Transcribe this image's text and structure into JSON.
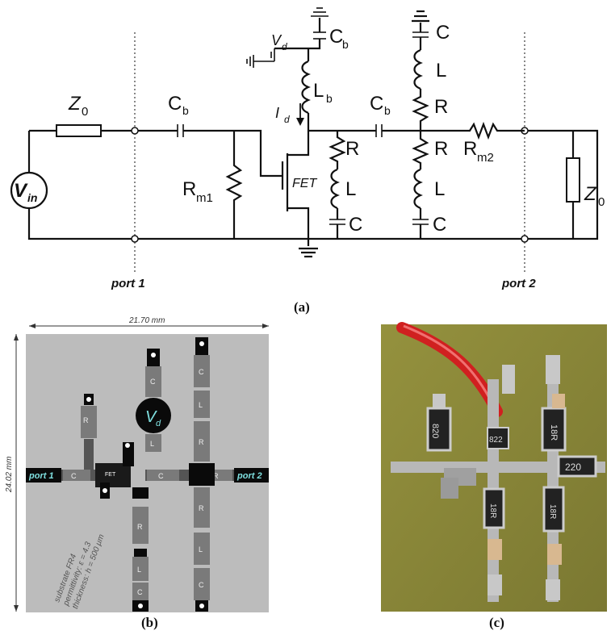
{
  "schematic": {
    "z0_left": "Z",
    "z0_left_sub": "0",
    "vin": "V",
    "vin_sub": "in",
    "cb_top": "C",
    "cb_top_sub": "b",
    "vd": "V",
    "vd_sub": "d",
    "cb_input": "C",
    "cb_input_sub": "b",
    "lb": "L",
    "lb_sub": "b",
    "id": "I",
    "id_sub": "d",
    "cb_output": "C",
    "cb_output_sub": "b",
    "rm1": "R",
    "rm1_sub": "m1",
    "fet": "FET",
    "r": "R",
    "l": "L",
    "c": "C",
    "rm2": "R",
    "rm2_sub": "m2",
    "z0_right": "Z",
    "z0_right_sub": "0",
    "port1": "port 1",
    "port2": "port 2"
  },
  "captions": {
    "a": "(a)",
    "b": "(b)",
    "c": "(c)"
  },
  "layout_b": {
    "width_dim": "21.70 mm",
    "height_dim": "24.02 mm",
    "vd_pad": "V",
    "vd_pad_sub": "d",
    "port1": "port 1",
    "port2": "port 2",
    "fet_label": "FET",
    "substrate_line1": "substrate FR4",
    "substrate_line2": "permittivity: ε = 4.3",
    "substrate_line3": "thickness: h = 500 μm",
    "comp_c": "C",
    "comp_l": "L",
    "comp_r": "R",
    "comp_cb": "C",
    "comp_rm": "R"
  },
  "photo_c": {
    "resistor_820": "820",
    "resistor_822": "822",
    "resistor_18r_top": "18R",
    "resistor_220": "220",
    "resistor_18r_left": "18R",
    "resistor_18r_right": "18R"
  },
  "colors": {
    "pcb_bg": "#bcbcbc",
    "pcb_component": "#7a7a7a",
    "pcb_pad": "#0a0a0a",
    "photo_board": "#8c8a3a",
    "photo_wire": "#d02020",
    "port_text": "#7fe0e0"
  }
}
